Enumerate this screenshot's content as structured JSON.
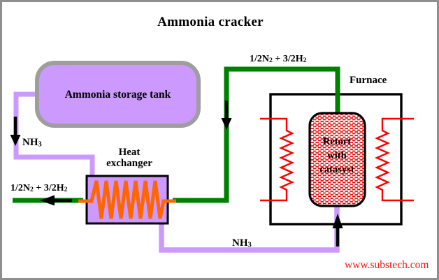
{
  "title": "Ammonia cracker",
  "watermark": "www.substech.com",
  "colors": {
    "outer_border": "#8f8f8f",
    "tank_fill": "#cc99ff",
    "tank_border": "#9e9e9e",
    "exchanger_fill": "#cc99ff",
    "box_border": "#000000",
    "pipe_purple": "#cc99ff",
    "pipe_green": "#008000",
    "coil_orange": "#ff6600",
    "heater_red": "#ff0000",
    "retort_dots": "#e60000",
    "arrow_black": "#000000",
    "watermark_red": "#ff1414"
  },
  "components": {
    "tank": {
      "label": "Ammonia storage tank"
    },
    "heat_exchanger": {
      "line1": "Heat",
      "line2": "exchanger"
    },
    "furnace": {
      "label": "Furnace"
    },
    "retort": {
      "line1": "Retort",
      "line2": "with",
      "line3": "catasyst"
    }
  },
  "flow_labels": {
    "nh3_tank": {
      "base": "NH",
      "sub": "3"
    },
    "nh3_return": {
      "base": "NH",
      "sub": "3"
    },
    "mix_top": {
      "base1": "1/2N",
      "sub1": "2",
      "base2": " + 3/2H",
      "sub2": "2"
    },
    "mix_out": {
      "base1": "1/2N",
      "sub1": "2",
      "base2": " + 3/2H",
      "sub2": "2"
    }
  }
}
